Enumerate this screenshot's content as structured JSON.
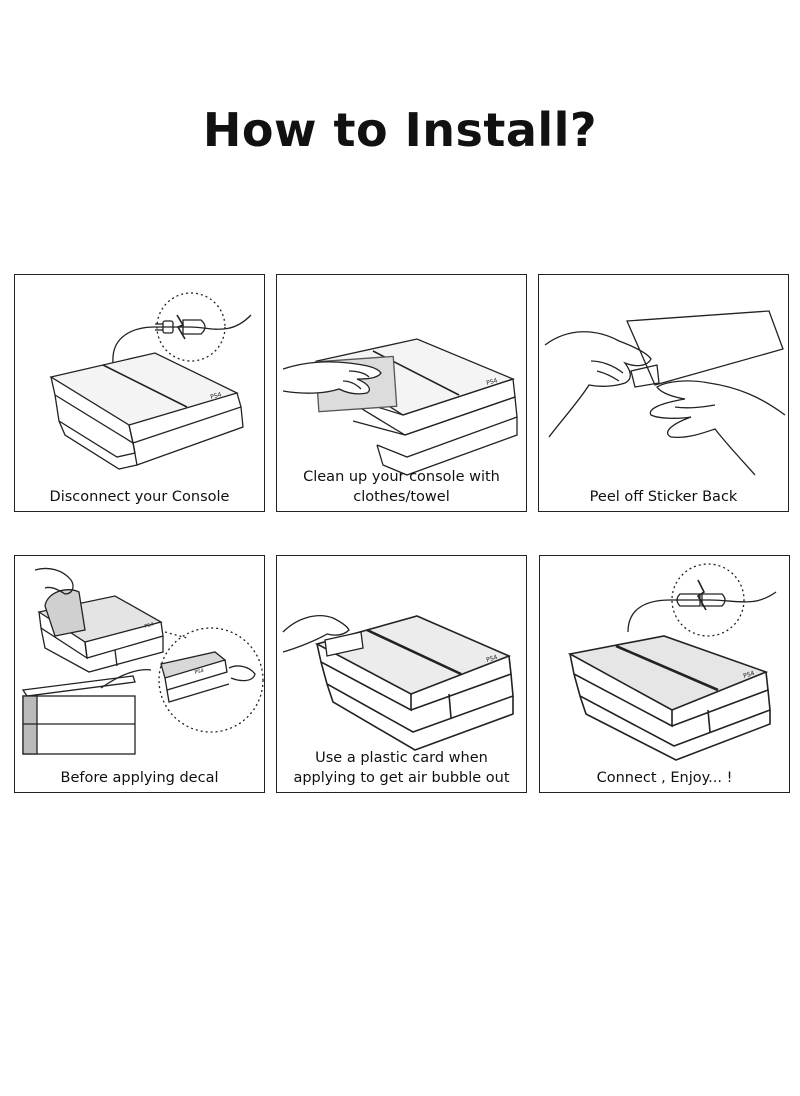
{
  "title": "How to Install?",
  "steps": [
    {
      "caption": "Disconnect your Console"
    },
    {
      "caption": "Clean up your console with clothes/towel"
    },
    {
      "caption": "Peel off Sticker Back"
    },
    {
      "caption": "Before applying decal"
    },
    {
      "caption": "Use a plastic card when applying to get air bubble out"
    },
    {
      "caption": "Connect , Enjoy... !"
    }
  ],
  "console_label": "PS4"
}
